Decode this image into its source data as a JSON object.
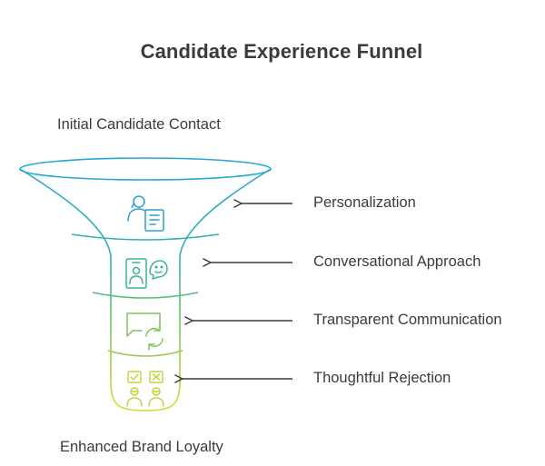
{
  "title": "Candidate Experience Funnel",
  "top_label": "Initial Candidate Contact",
  "bottom_label": "Enhanced Brand Loyalty",
  "stages": [
    {
      "label": "Personalization",
      "icon": "profile-document-icon",
      "color": "#2b9fcf"
    },
    {
      "label": "Conversational Approach",
      "icon": "chat-person-icon",
      "color": "#37b39a"
    },
    {
      "label": "Transparent Communication",
      "icon": "message-refresh-icon",
      "color": "#7cc35a"
    },
    {
      "label": "Thoughtful Rejection",
      "icon": "reject-persons-icon",
      "color": "#c7d43d"
    }
  ]
}
